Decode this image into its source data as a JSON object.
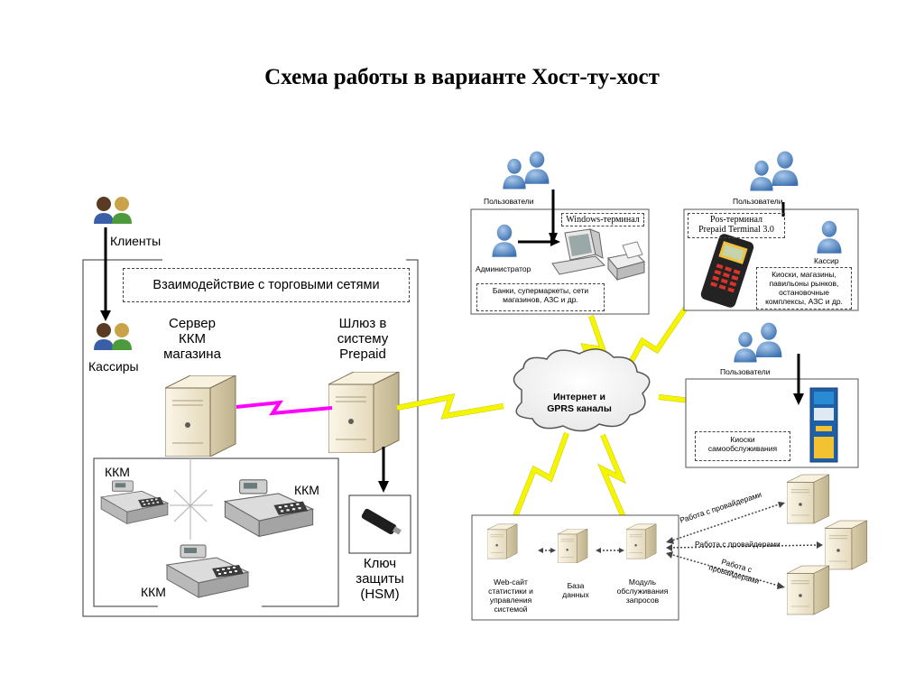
{
  "title": "Схема работы в варианте Хост-ту-хост",
  "left": {
    "clients": "Клиенты",
    "cashiers": "Кассиры",
    "trade_networks": "Взаимодействие с торговыми сетями",
    "server_line1": "Сервер",
    "server_line2": "ККМ",
    "server_line3": "магазина",
    "gateway_line1": "Шлюз в",
    "gateway_line2": "систему",
    "gateway_line3": "Prepaid",
    "kkm_1": "ККМ",
    "kkm_2": "ККМ",
    "kkm_3": "ККМ",
    "key_line1": "Ключ",
    "key_line2": "защиты",
    "key_line3": "(HSM)"
  },
  "cloud": {
    "line1": "Интернет и",
    "line2": "GPRS каналы"
  },
  "windows_block": {
    "users": "Пользователи",
    "admin": "Администратор",
    "terminal": "Windows-терминал",
    "banks_line1": "Банки, супермаркеты, сети",
    "banks_line2": "магазинов, АЗС  и др."
  },
  "pos_block": {
    "users": "Пользователи",
    "terminal_line1": "Pos-терминал",
    "terminal_line2": "Prepaid Terminal 3.0",
    "cashier": "Кассир",
    "shops_line1": "Киоски, магазины,",
    "shops_line2": "павильоны рынков,",
    "shops_line3": "остановочные",
    "shops_line4": "комплексы, АЗС и др."
  },
  "kiosk_block": {
    "users": "Пользователи",
    "kiosks_line1": "Киоски",
    "kiosks_line2": "самообслуживания"
  },
  "host_block": {
    "web_line1": "Web-сайт",
    "web_line2": "статистики и",
    "web_line3": "управления",
    "web_line4": "системой",
    "db_line1": "База",
    "db_line2": "данных",
    "module_line1": "Модуль",
    "module_line2": "обслуживания",
    "module_line3": "запросов",
    "providers_1": "Работа с провайдерами",
    "providers_2": "Работа с провайдерами",
    "providers_3_line1": "Работа с",
    "providers_3_line2": "провайдерами"
  },
  "colors": {
    "magenta_link": "#ff00ff",
    "yellow_link": "#f5f500",
    "person_blue": "#5b8fc9",
    "server_beige": "#efe6cf"
  }
}
